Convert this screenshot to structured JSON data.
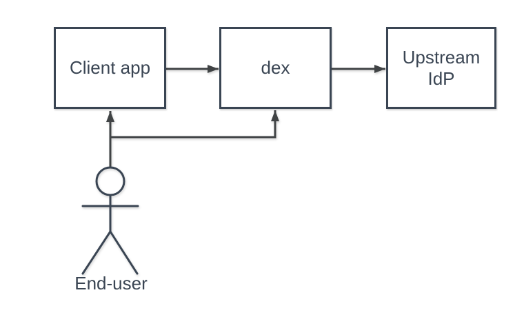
{
  "diagram": {
    "background_color": "#ffffff",
    "node_fill_color": "#ffffff",
    "node_border_color": "#3a4553",
    "text_color": "#3a4553",
    "connector_color": "#404345",
    "nodes": [
      {
        "id": "client-app",
        "label": "Client app"
      },
      {
        "id": "dex",
        "label": "dex"
      },
      {
        "id": "upstream-idp",
        "label": "Upstream\nIdP"
      }
    ],
    "actor": {
      "id": "end-user",
      "label": "End-user"
    },
    "connectors": [
      {
        "from": "client-app",
        "to": "dex",
        "style": "arrow"
      },
      {
        "from": "dex",
        "to": "upstream-idp",
        "style": "arrow"
      },
      {
        "from": "end-user",
        "to": "client-app",
        "style": "arrow"
      },
      {
        "from": "end-user",
        "to": "dex",
        "style": "arrow"
      }
    ]
  }
}
